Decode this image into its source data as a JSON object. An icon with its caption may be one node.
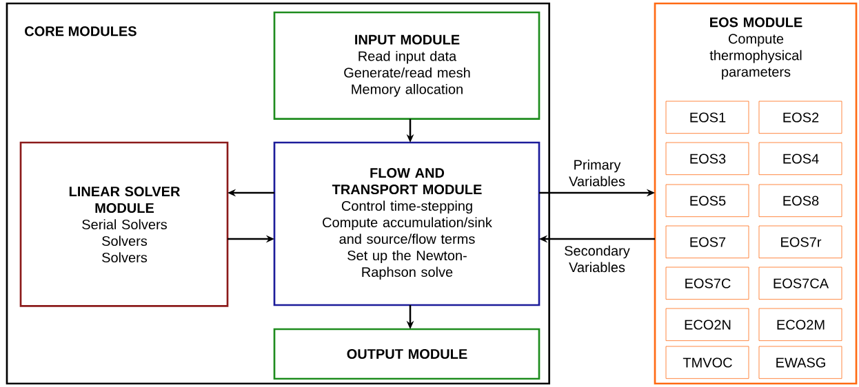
{
  "diagram": {
    "nodes": [
      {
        "text": [
          "CORE MODULES"
        ]
      },
      {
        "text": [
          "INPUT MODULE",
          "Read input data",
          "Generate/read mesh",
          "Memory allocation"
        ],
        "in": 0
      },
      {
        "text": [
          "LINEAR SOLVER MODULE",
          "Serial Solvers",
          "Solvers",
          "Solvers"
        ],
        "in": 0
      },
      {
        "text": [
          "FLOW AND TRANSPORT MODULE",
          "Control time-stepping",
          "Compute accumulation/sink and source/flow terms",
          "Set up the Newton-Raphson solve"
        ],
        "in": 0
      },
      {
        "text": [
          "OUTPUT MODULE"
        ],
        "in": 0
      },
      {
        "text": [
          "EOS MODULE",
          "Compute thermophysical parameters"
        ]
      },
      {
        "text": [
          "EOS1"
        ],
        "in": 5
      },
      {
        "text": [
          "EOS2"
        ],
        "in": 5
      },
      {
        "text": [
          "EOS3"
        ],
        "in": 5
      },
      {
        "text": [
          "EOS4"
        ],
        "in": 5
      },
      {
        "text": [
          "EOS5"
        ],
        "in": 5
      },
      {
        "text": [
          "EOS8"
        ],
        "in": 5
      },
      {
        "text": [
          "EOS7"
        ],
        "in": 5
      },
      {
        "text": [
          "EOS7r"
        ],
        "in": 5
      },
      {
        "text": [
          "EOS7C"
        ],
        "in": 5
      },
      {
        "text": [
          "EOS7CA"
        ],
        "in": 5
      },
      {
        "text": [
          "ECO2N"
        ],
        "in": 5
      },
      {
        "text": [
          "ECO2M"
        ],
        "in": 5
      },
      {
        "text": [
          "TMVOC"
        ],
        "in": 5
      },
      {
        "text": [
          "EWASG"
        ],
        "in": 5
      }
    ],
    "edges": [
      {
        "from": 1,
        "to": 3,
        "arrow": "to"
      },
      {
        "from": 3,
        "to": 2,
        "arrow": "to"
      },
      {
        "from": 2,
        "to": 3,
        "arrow": "to"
      },
      {
        "from": 3,
        "to": 4,
        "arrow": "to"
      },
      {
        "from": 3,
        "to": 5,
        "arrow": "to",
        "label": "Primary Variables"
      },
      {
        "from": 5,
        "to": 3,
        "arrow": "to",
        "label": "Secondary Variables"
      }
    ]
  }
}
